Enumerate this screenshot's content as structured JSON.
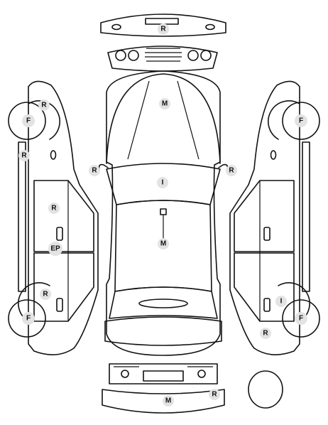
{
  "badges": {
    "front_bumper": "R",
    "hood": "M",
    "windshield": "I",
    "roof": "M",
    "left_mirror": "R",
    "right_mirror": "R",
    "left_front_wheel": "F",
    "left_front_arch": "R",
    "left_front_fender": "R",
    "left_front_door": "R",
    "left_door_divider": "EP",
    "left_rear_arch": "R",
    "left_rear_wheel": "F",
    "right_front_wheel": "F",
    "right_rear_marker": "I",
    "right_rear_wheel": "F",
    "right_rear_quarter": "R",
    "rear_bumper": "M",
    "rear_bumper_corner": "R"
  },
  "colors": {
    "line": "#111111",
    "badge_fill": "#e3e3e3",
    "background": "#ffffff"
  }
}
